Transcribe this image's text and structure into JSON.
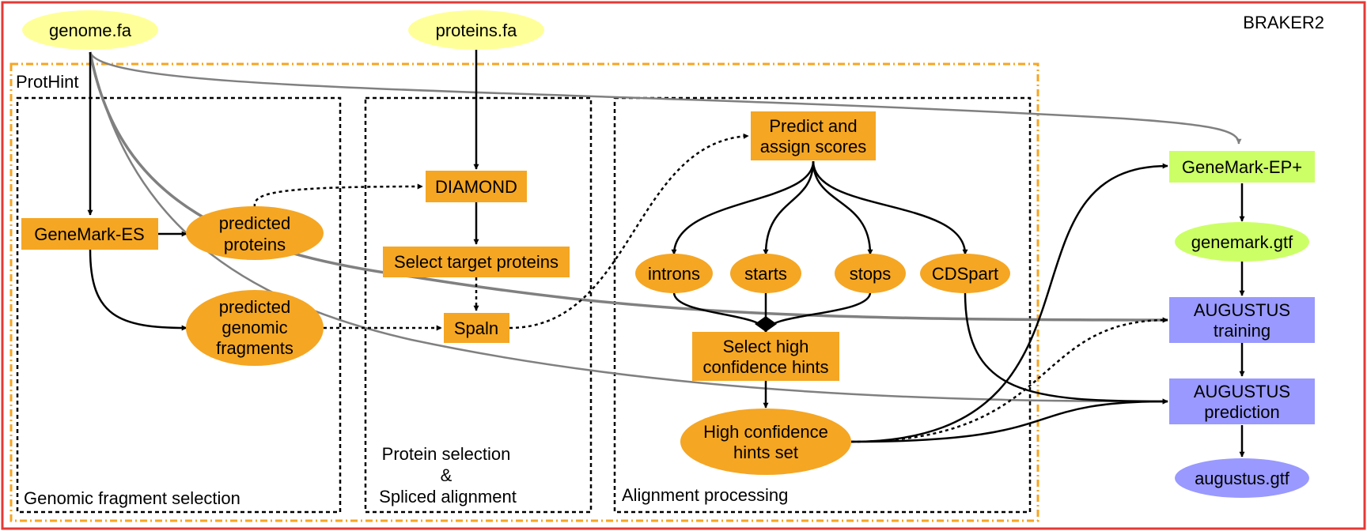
{
  "title": "BRAKER2",
  "clusters": {
    "prothint": "ProtHint",
    "genomic": "Genomic fragment selection",
    "protein_sel": [
      "Protein selection",
      "&",
      "Spliced alignment"
    ],
    "alignment": "Alignment processing"
  },
  "nodes": {
    "genome_fa": "genome.fa",
    "proteins_fa": "proteins.fa",
    "genemark_es": "GeneMark-ES",
    "predicted_proteins": [
      "predicted",
      "proteins"
    ],
    "predicted_fragments": [
      "predicted",
      "genomic",
      "fragments"
    ],
    "diamond": "DIAMOND",
    "select_target": "Select target proteins",
    "spaln": "Spaln",
    "predict_assign": [
      "Predict and",
      "assign scores"
    ],
    "introns": "introns",
    "starts": "starts",
    "stops": "stops",
    "cdspart": "CDSpart",
    "select_high": [
      "Select high",
      "confidence hints"
    ],
    "high_conf_set": [
      "High confidence",
      "hints set"
    ],
    "genemark_ep": "GeneMark-EP+",
    "genemark_gtf": "genemark.gtf",
    "augustus_training": [
      "AUGUSTUS",
      "training"
    ],
    "augustus_prediction": [
      "AUGUSTUS",
      "prediction"
    ],
    "augustus_gtf": "augustus.gtf"
  },
  "colors": {
    "border": "#e53935",
    "prothint_border": "#f5a623",
    "input": "#ffff99",
    "process": "#f5a623",
    "genemark_ep": "#ccff66",
    "augustus": "#9999ff",
    "grey_edge": "#808080"
  }
}
